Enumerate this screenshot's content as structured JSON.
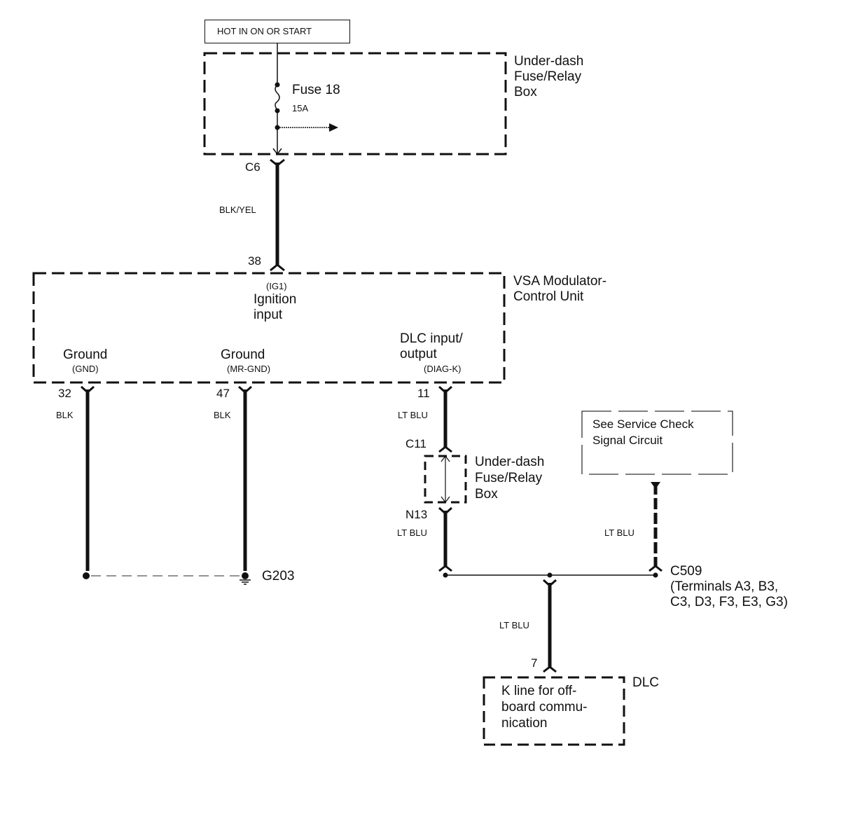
{
  "header": {
    "power_label": "HOT IN ON OR START"
  },
  "fuse_box_top": {
    "name_lines": [
      "Under-dash",
      "Fuse/Relay",
      "Box"
    ],
    "fuse_label": "Fuse 18",
    "fuse_rating": "15A"
  },
  "wire_c6_38": {
    "top_connector": "C6",
    "bottom_terminal": "38",
    "color": "BLK/YEL"
  },
  "vsa_unit": {
    "name_lines": [
      "VSA Modulator-",
      "Control Unit"
    ],
    "ignition": {
      "code": "(IG1)",
      "lines": [
        "Ignition",
        "input"
      ]
    },
    "ground1": {
      "label": "Ground",
      "code": "(GND)",
      "terminal": "32",
      "wire_color": "BLK"
    },
    "ground2": {
      "label": "Ground",
      "code": "(MR-GND)",
      "terminal": "47",
      "wire_color": "BLK"
    },
    "dlc_io": {
      "lines": [
        "DLC input/",
        "output"
      ],
      "code": "(DIAG-K)",
      "terminal": "11",
      "wire_color": "LT BLU"
    }
  },
  "ground_point": {
    "label": "G203"
  },
  "fuse_box_mid": {
    "name_lines": [
      "Under-dash",
      "Fuse/Relay",
      "Box"
    ],
    "in_connector": "C11",
    "out_connector": "N13",
    "out_wire_color": "LT BLU"
  },
  "service_check": {
    "lines": [
      "See Service Check",
      "Signal Circuit"
    ],
    "wire_color": "LT BLU"
  },
  "junction": {
    "connector": "C509",
    "terminal_lines": [
      "(Terminals A3, B3,",
      "C3, D3, F3, E3, G3)"
    ]
  },
  "dlc": {
    "wire_color": "LT BLU",
    "terminal": "7",
    "name": "DLC",
    "lines": [
      "K line for off-",
      "board commu-",
      "nication"
    ]
  }
}
